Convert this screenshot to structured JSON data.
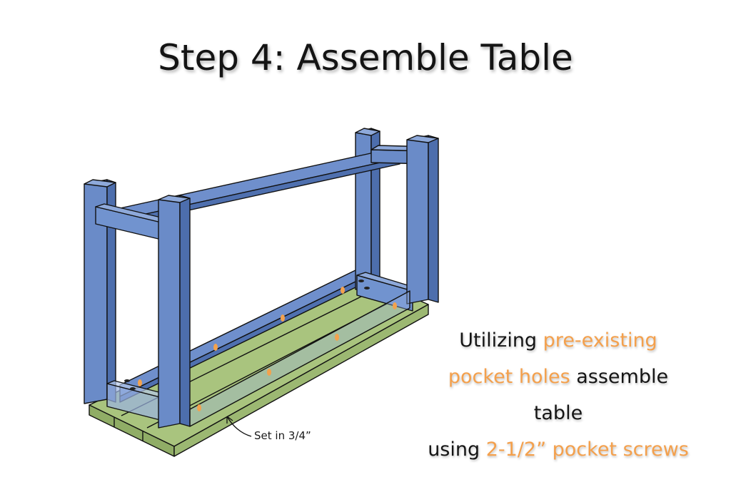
{
  "title": "Step 4: Assemble Table",
  "caption": {
    "line1_a": "Utilizing ",
    "line1_b": "pre-existing",
    "line2_a": "pocket holes",
    "line2_b": " assemble table",
    "line3_a": "using ",
    "line3_b": "2-1/2” pocket screws"
  },
  "annotation": "Set in 3/4”",
  "colors": {
    "frame_blue": "#6a8bc8",
    "frame_blue_dark": "#4e6fae",
    "shelf_green": "#a7c27c",
    "shelf_green_dark": "#8fae63",
    "pocket_hole": "#f3a24e",
    "highlight_text": "#f4a04c"
  }
}
